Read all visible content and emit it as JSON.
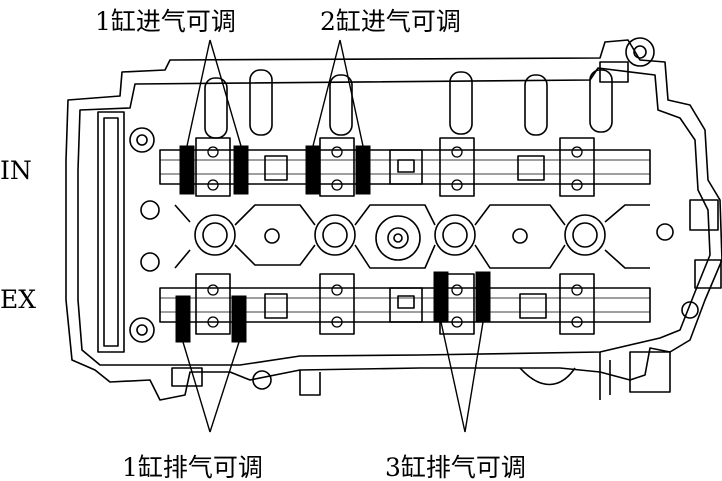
{
  "labels": {
    "cyl1_intake": "1缸进气可调",
    "cyl2_intake": "2缸进气可调",
    "cyl1_exhaust": "1缸排气可调",
    "cyl3_exhaust": "3缸排气可调",
    "intake_side": "IN",
    "exhaust_side": "EX"
  },
  "colors": {
    "line": "#000000",
    "background": "#ffffff",
    "highlight": "#000000"
  }
}
